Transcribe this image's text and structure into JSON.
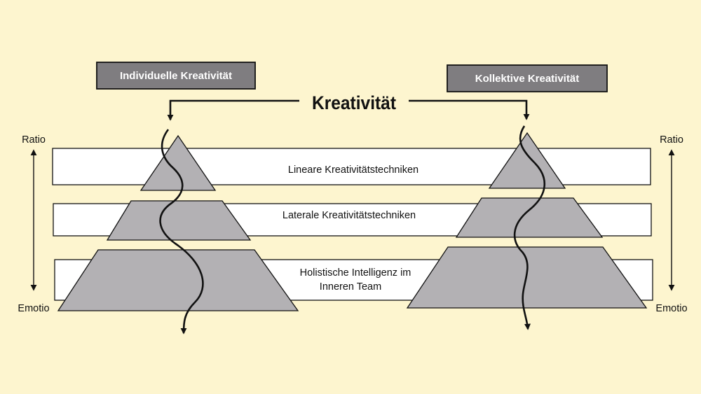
{
  "title": "Kreativität",
  "left_box": "Individuelle Kreativität",
  "right_box": "Kollektive Kreativität",
  "axis": {
    "top_label": "Ratio",
    "bottom_label": "Emotio"
  },
  "bands": [
    {
      "label_lines": [
        "Lineare Kreativitätstechniken"
      ]
    },
    {
      "label_lines": [
        "Laterale Kreativitätstechniken"
      ]
    },
    {
      "label_lines": [
        "Holistische Intelligenz im",
        "Inneren Team"
      ]
    }
  ],
  "colors": {
    "background": "#fdf5cf",
    "band_fill": "#ffffff",
    "pyramid_fill": "#b3b1b4",
    "header_box_fill": "#7f7d80",
    "stroke": "#111111"
  }
}
